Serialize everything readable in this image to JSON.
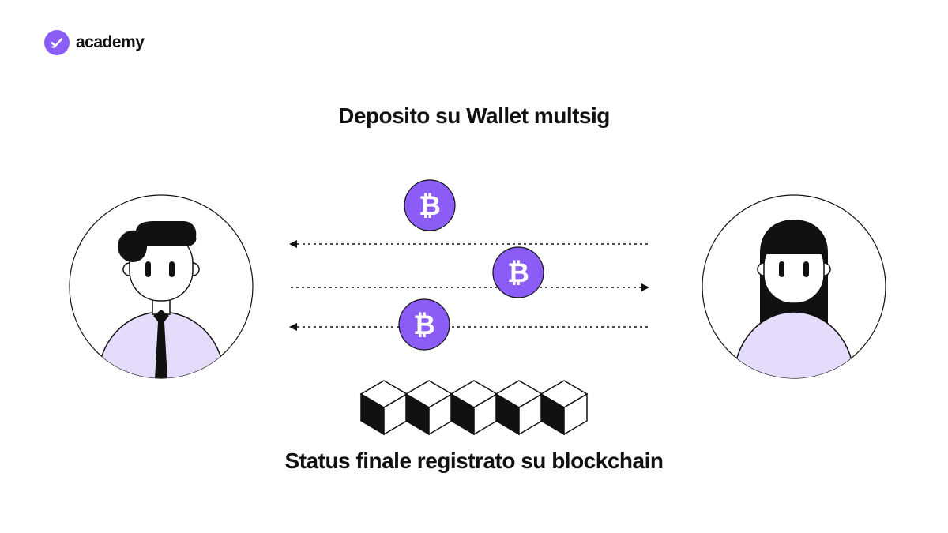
{
  "brand": {
    "name": "academy",
    "logo_icon": "checkmark-icon",
    "color": "#8b5cf6"
  },
  "title": "Deposito su Wallet multsig",
  "caption": "Status finale registrato su blockchain",
  "colors": {
    "accent": "#8b5cf6",
    "person_body": "#e5dcfb",
    "ink": "#111111",
    "coin_symbol": "#ffffff"
  },
  "participants": [
    {
      "role": "left-person",
      "icon": "man-avatar-icon"
    },
    {
      "role": "right-person",
      "icon": "woman-avatar-icon"
    }
  ],
  "transfers": [
    {
      "direction": "right-to-left",
      "coin_icon": "bitcoin-icon"
    },
    {
      "direction": "left-to-right",
      "coin_icon": "bitcoin-icon"
    },
    {
      "direction": "right-to-left",
      "coin_icon": "bitcoin-icon"
    }
  ],
  "blockchain": {
    "block_count": 5,
    "icon": "block-cube-icon"
  }
}
